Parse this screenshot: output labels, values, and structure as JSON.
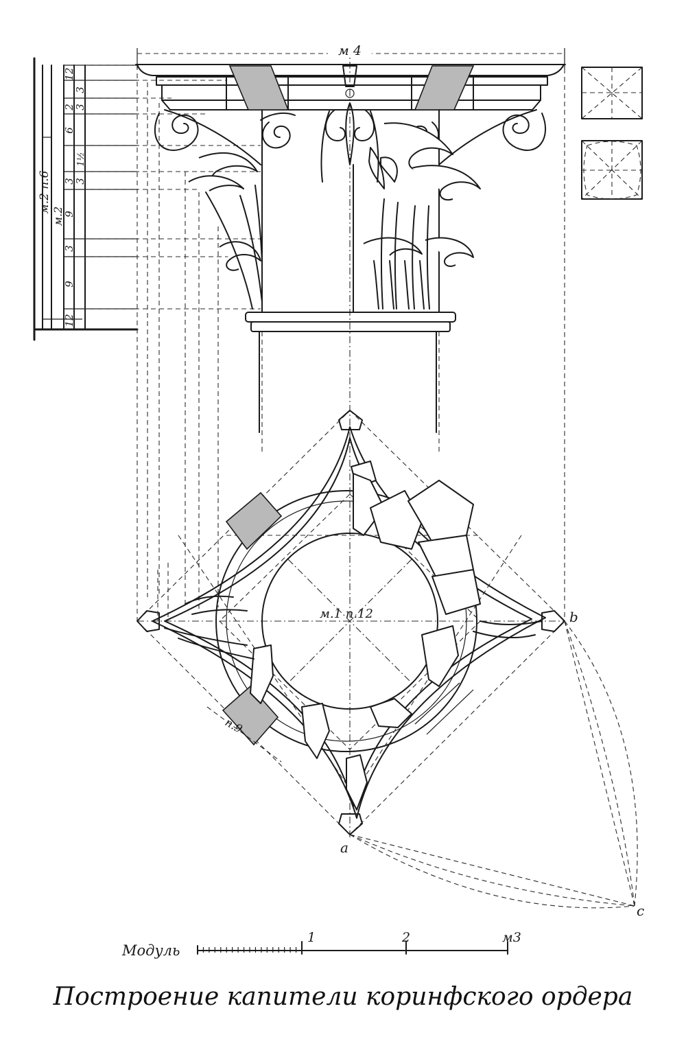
{
  "title": "Построение капители коринфского ордера",
  "elevation": {
    "width_label": "м 4",
    "total_label": "м.2 п.6",
    "partial_label": "м.2",
    "scale_col_a": [
      "12",
      "2",
      "6",
      "3",
      "9",
      "3",
      "9",
      "12"
    ],
    "scale_col_b": [
      "3",
      "3",
      "1½",
      "3"
    ]
  },
  "plan": {
    "center_label": "м.1 п.12",
    "abacus_label": "п.9",
    "point_a": "a",
    "point_b": "b",
    "point_c": "c"
  },
  "scale_bar": {
    "label": "Модуль",
    "ticks": [
      "1",
      "2",
      "м3"
    ]
  }
}
